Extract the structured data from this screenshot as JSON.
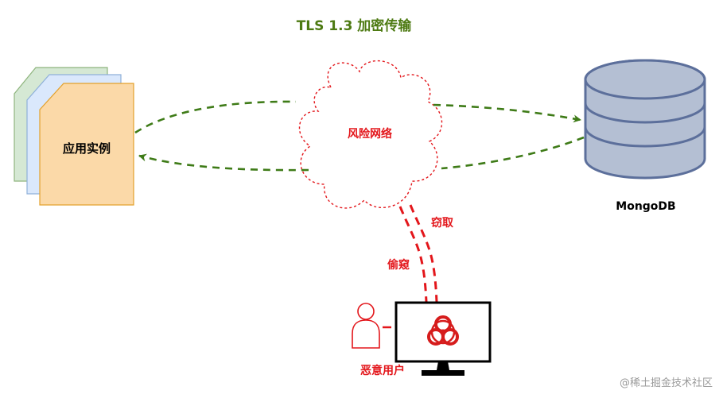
{
  "title": "TLS 1.3 加密传输",
  "app_instance": {
    "label": "应用实例"
  },
  "risk_network": {
    "label": "风险网络"
  },
  "database": {
    "label": "MongoDB"
  },
  "attack": {
    "steal_label": "窃取",
    "peek_label": "偷窥"
  },
  "attacker": {
    "label": "恶意用户"
  },
  "watermark": "@稀土掘金技术社区",
  "colors": {
    "title": "#4d7a12",
    "arrow": "#3e7b17",
    "danger": "#e3161b",
    "doc_front_fill": "#fbd9a8",
    "doc_front_stroke": "#e3a12c",
    "doc_mid_fill": "#dae8fc",
    "doc_mid_stroke": "#8fb0d9",
    "doc_back_fill": "#d5e8d4",
    "doc_back_stroke": "#8fb57e",
    "db_fill": "#b4bfd3",
    "db_stroke": "#5c6f9b"
  }
}
